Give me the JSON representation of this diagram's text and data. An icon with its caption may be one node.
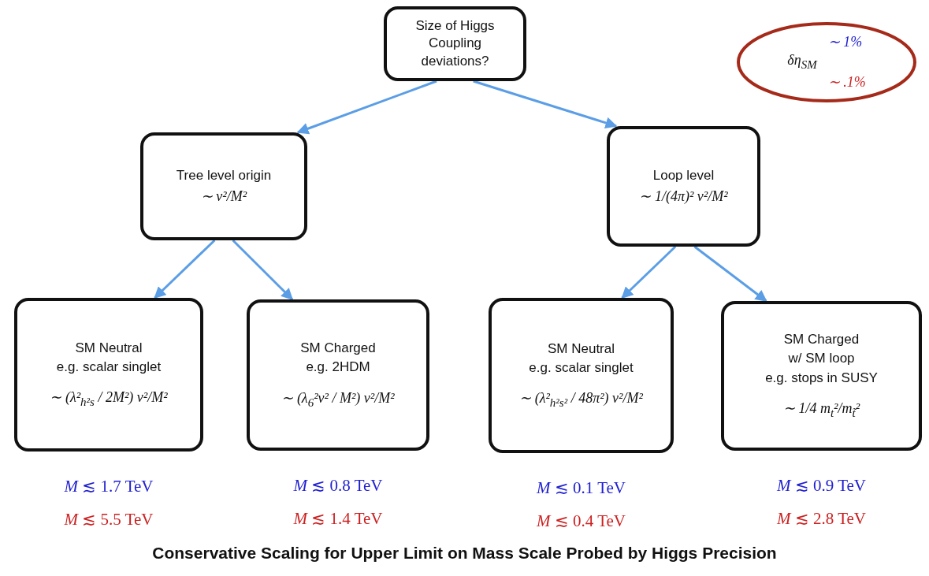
{
  "diagram": {
    "caption": "Conservative Scaling for Upper Limit on Mass Scale Probed by Higgs Precision",
    "nodes": [
      {
        "text": [
          "Size of Higgs Coupling deviations?"
        ]
      },
      {
        "text": [
          "Tree level origin",
          "∼ v²/M²"
        ]
      },
      {
        "text": [
          "Loop level",
          "∼ 1/(4π)² v²/M²"
        ]
      },
      {
        "text": [
          "SM Neutral",
          "e.g. scalar singlet",
          "∼ (λ²$_{h²s}$ / 2M²) v²/M²"
        ],
        "beside": [
          "*M* ≲ 1.7 TeV",
          "*M* ≲ 5.5 TeV"
        ]
      },
      {
        "text": [
          "SM Charged",
          "e.g. 2HDM",
          "∼ (λ$_{6}$²v² / M²) v²/M²"
        ],
        "beside": [
          "*M* ≲ 0.8 TeV",
          "*M* ≲ 1.4 TeV"
        ]
      },
      {
        "text": [
          "SM Neutral",
          "e.g. scalar singlet",
          "∼ (λ²$_{h²s²}$ / 48π²) v²/M²"
        ],
        "beside": [
          "*M* ≲ 0.1 TeV",
          "*M* ≲ 0.4 TeV"
        ]
      },
      {
        "text": [
          "SM Charged",
          "w/ SM loop",
          "e.g. stops in SUSY",
          "∼ 1/4 m$_{t}$²/m$_{t̃}$²"
        ],
        "beside": [
          "*M* ≲ 0.9 TeV",
          "*M* ≲ 2.8 TeV"
        ]
      },
      {
        "text": [
          "δη$_{SM}$",
          "∼ 1%",
          "∼ .1%"
        ]
      }
    ],
    "edges": [
      {
        "from": 0,
        "to": 1,
        "arrow": "to"
      },
      {
        "from": 0,
        "to": 2,
        "arrow": "to"
      },
      {
        "from": 1,
        "to": 3,
        "arrow": "to"
      },
      {
        "from": 1,
        "to": 4,
        "arrow": "to"
      },
      {
        "from": 2,
        "to": 5,
        "arrow": "to"
      },
      {
        "from": 2,
        "to": 6,
        "arrow": "to"
      }
    ]
  }
}
